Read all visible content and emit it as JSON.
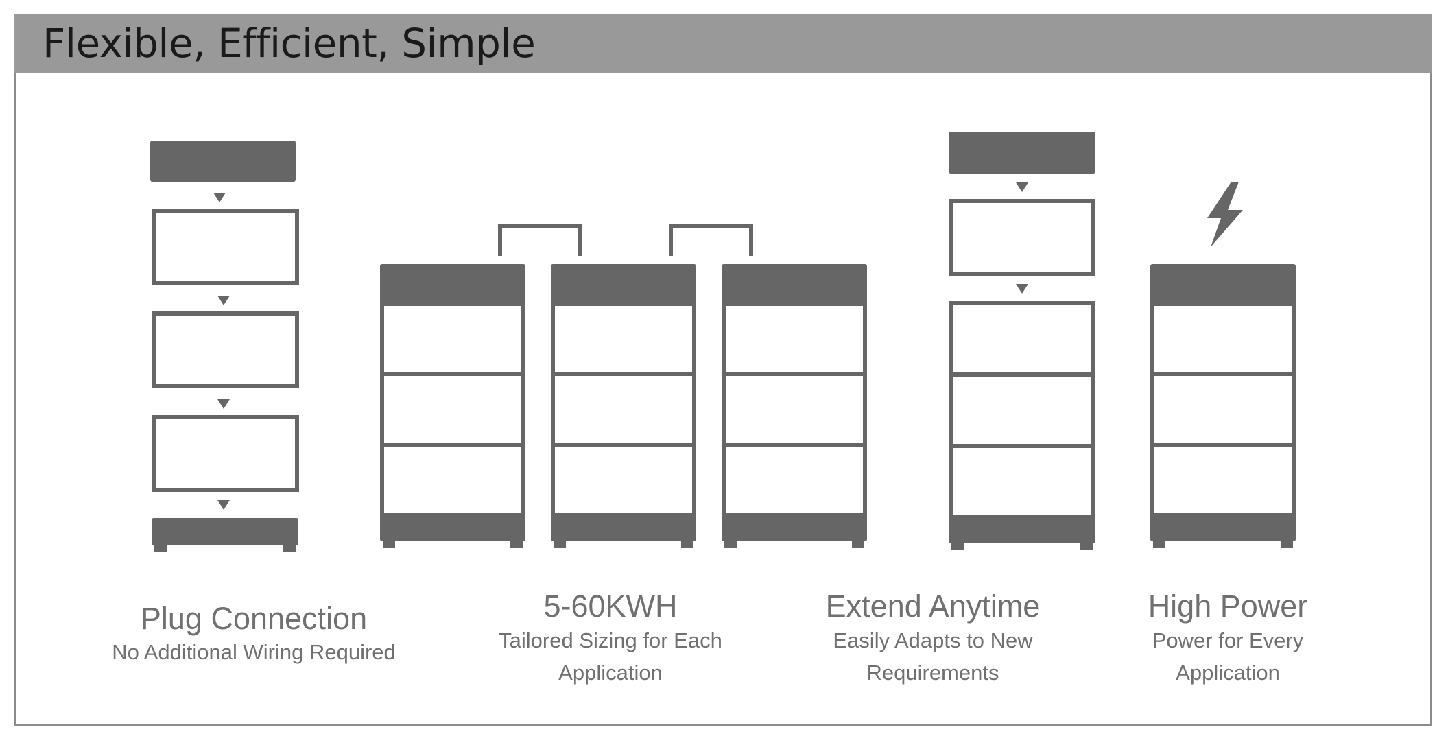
{
  "title": "Flexible, Efficient, Simple",
  "colors": {
    "header_bg": "#999999",
    "icon_fill": "#666666",
    "caption_text": "#707070",
    "frame": "#8c8c8c"
  },
  "icons": [
    "bolt-icon",
    "arrow-down-icon"
  ],
  "features": [
    {
      "heading": "Plug Connection",
      "lines": [
        "No Additional Wiring Required"
      ]
    },
    {
      "heading": "5-60KWH",
      "lines": [
        "Tailored Sizing for Each",
        "Application"
      ]
    },
    {
      "heading": "Extend Anytime",
      "lines": [
        "Easily Adapts to New",
        "Requirements"
      ]
    },
    {
      "heading": "High Power",
      "lines": [
        "Power for Every",
        "Application"
      ]
    }
  ]
}
